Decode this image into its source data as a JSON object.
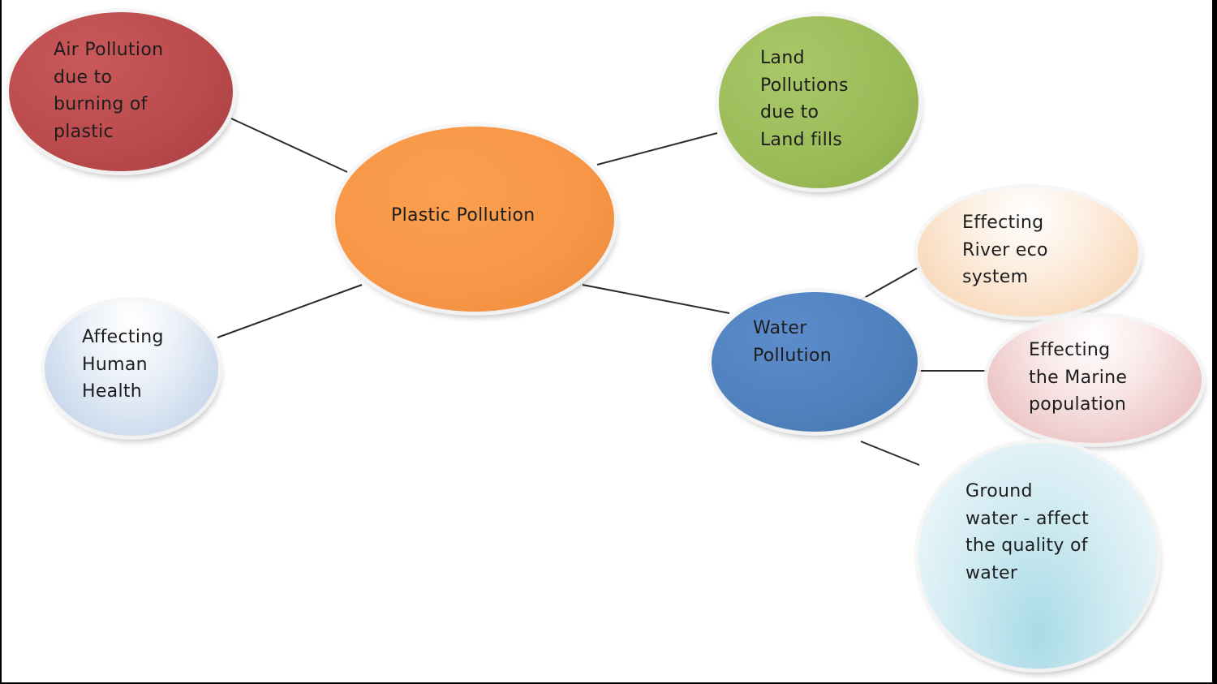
{
  "diagram": {
    "center": {
      "label": "Plastic Pollution",
      "color": "#f79646"
    },
    "nodes": {
      "air": {
        "label": "Air Pollution\ndue to\nburning of\nplastic",
        "color": "#c0504d"
      },
      "land": {
        "label": "Land\nPollutions\ndue to\nLand fills",
        "color": "#9bbb59"
      },
      "human": {
        "label": "Affecting\nHuman\nHealth",
        "color": "#dbe5f1"
      },
      "water": {
        "label": "Water\nPollution",
        "color": "#4f81bd"
      },
      "river": {
        "label": "Effecting\nRiver eco\nsystem",
        "color": "#fbd5b5"
      },
      "marine": {
        "label": "Effecting\nthe Marine\npopulation",
        "color": "#f2dcdb"
      },
      "ground": {
        "label": "Ground\nwater - affect\nthe quality of\nwater",
        "color": "#daeef3"
      }
    }
  }
}
